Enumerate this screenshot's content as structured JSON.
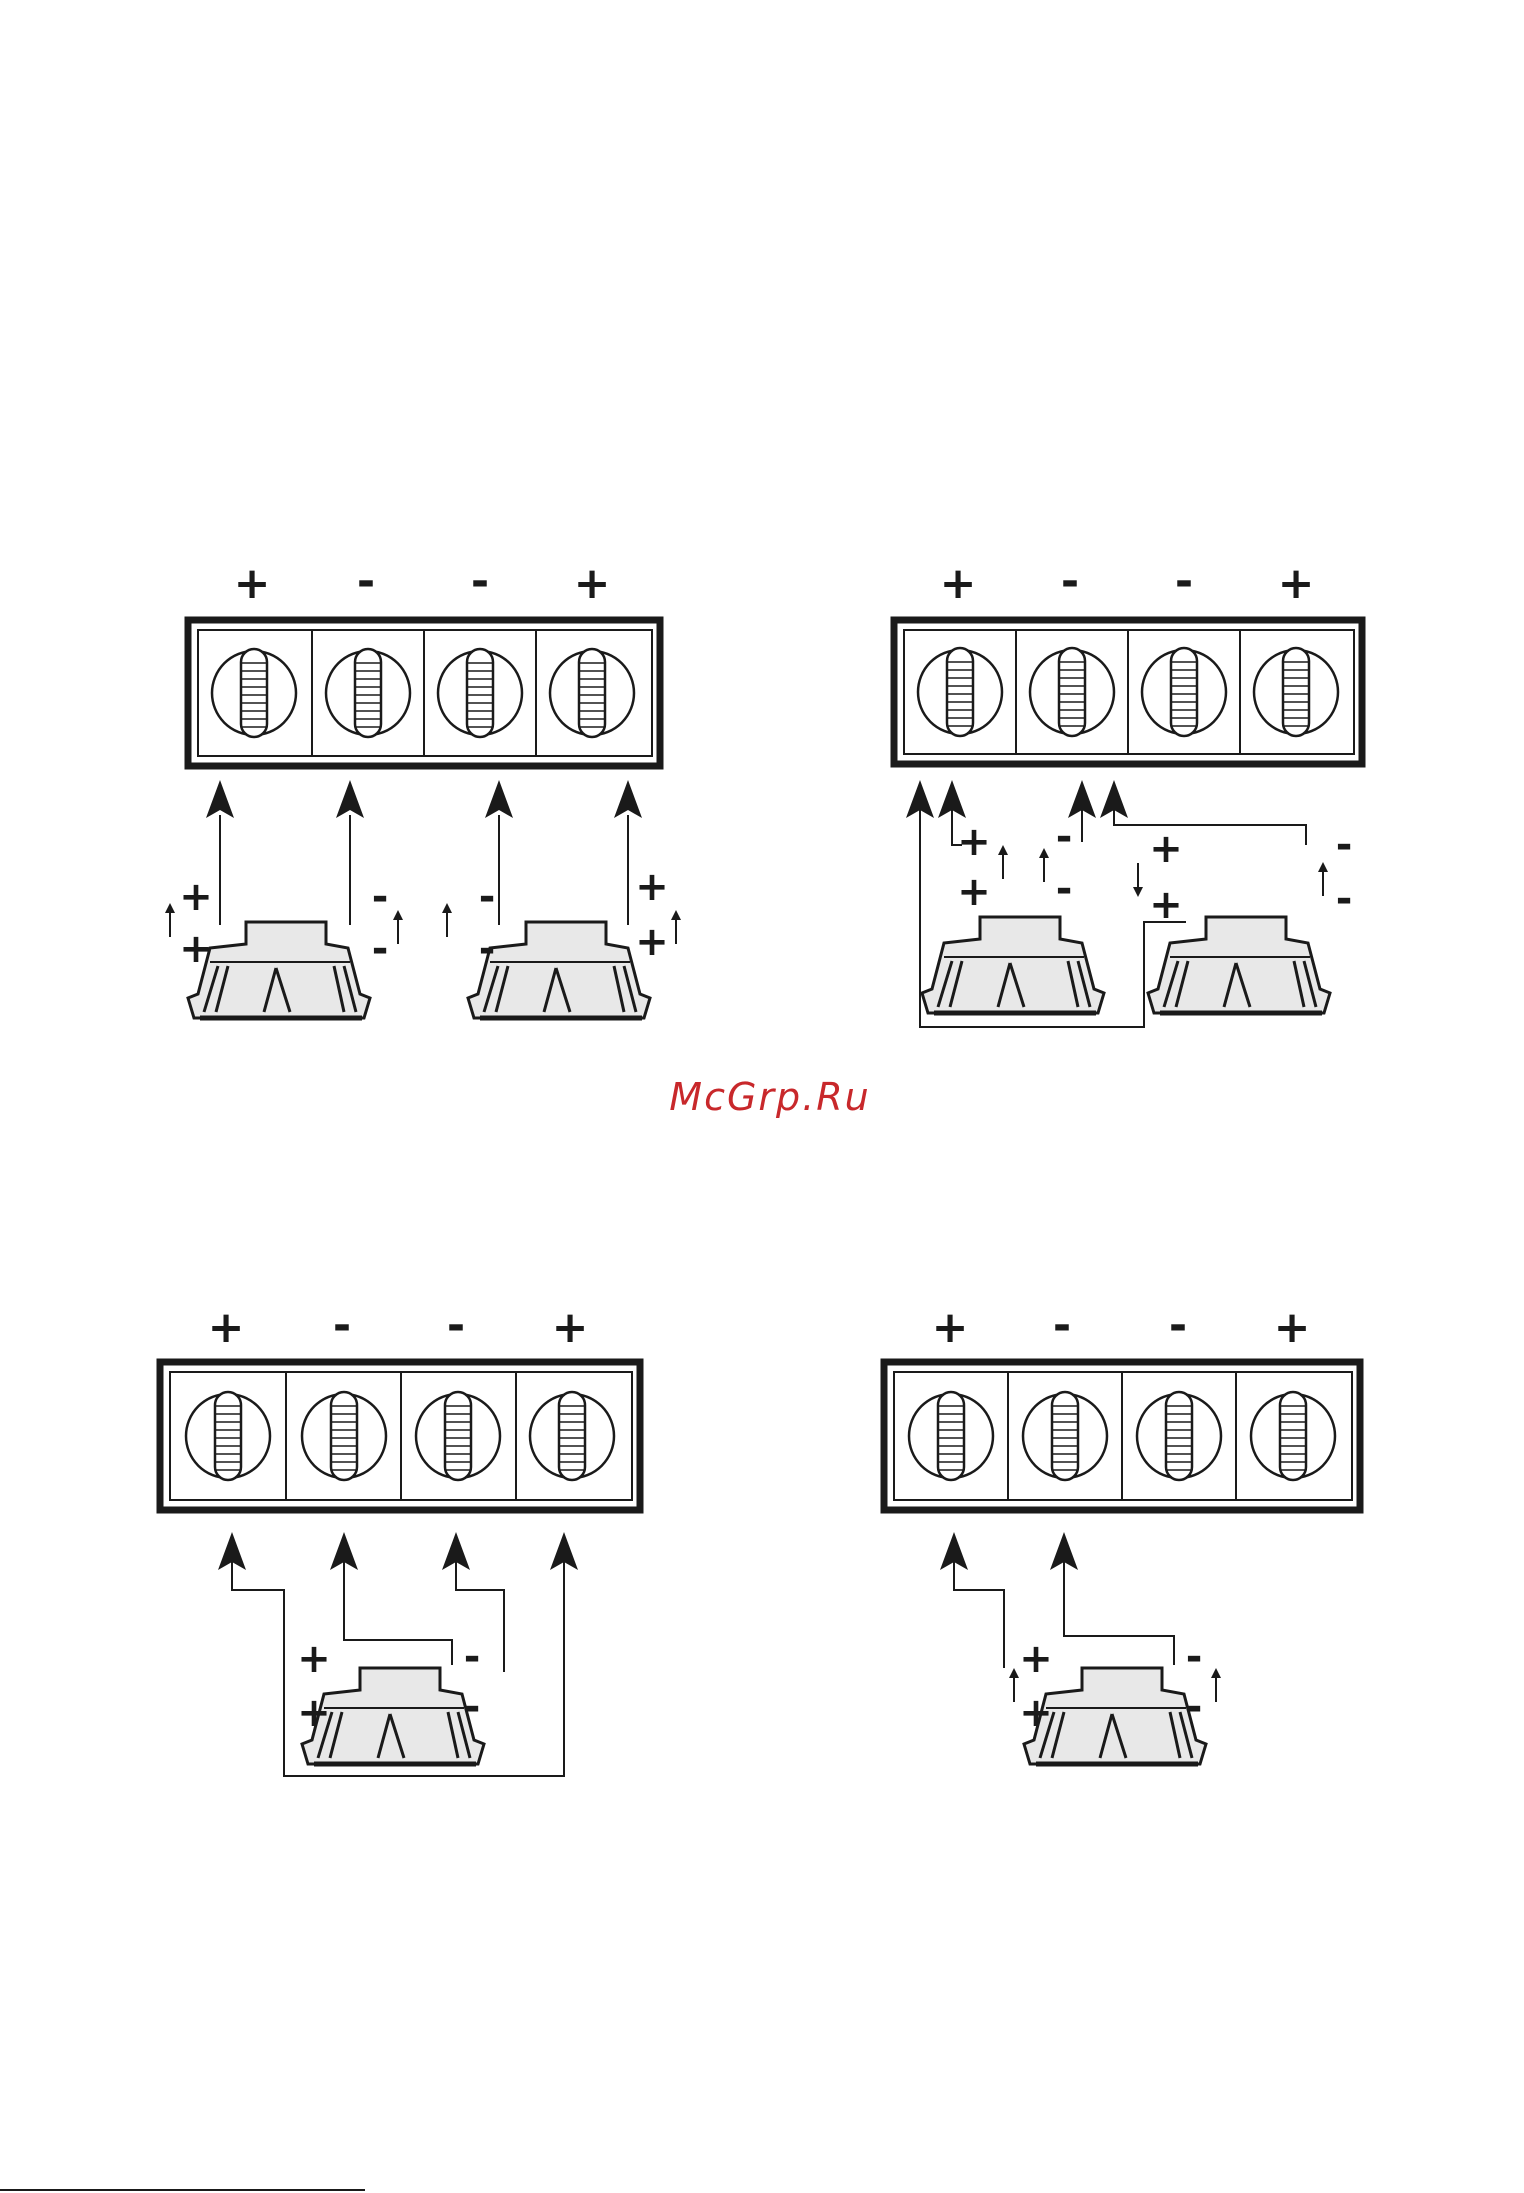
{
  "watermark": "McGrp.Ru",
  "terminal_labels": [
    "+",
    "-",
    "-",
    "+"
  ],
  "colors": {
    "ink": "#1a1a1a",
    "speaker_fill": "#e8e8e8",
    "watermark": "#c8282b"
  },
  "diagrams": [
    {
      "id": "stereo-two-speakers",
      "speaker_polarity": [
        [
          "+",
          "+",
          "-",
          "-"
        ],
        [
          "-",
          "-",
          "+",
          "+"
        ]
      ]
    },
    {
      "id": "parallel-two-speakers",
      "speaker_polarity": [
        [
          "+",
          "+",
          "-",
          "-"
        ],
        [
          "+",
          "+",
          "-",
          "-"
        ]
      ]
    },
    {
      "id": "bridged-one-speaker",
      "speaker_polarity": [
        [
          "+",
          "+",
          "-",
          "-"
        ]
      ]
    },
    {
      "id": "single-channel-one-speaker",
      "speaker_polarity": [
        [
          "+",
          "+",
          "-",
          "-"
        ]
      ]
    }
  ]
}
